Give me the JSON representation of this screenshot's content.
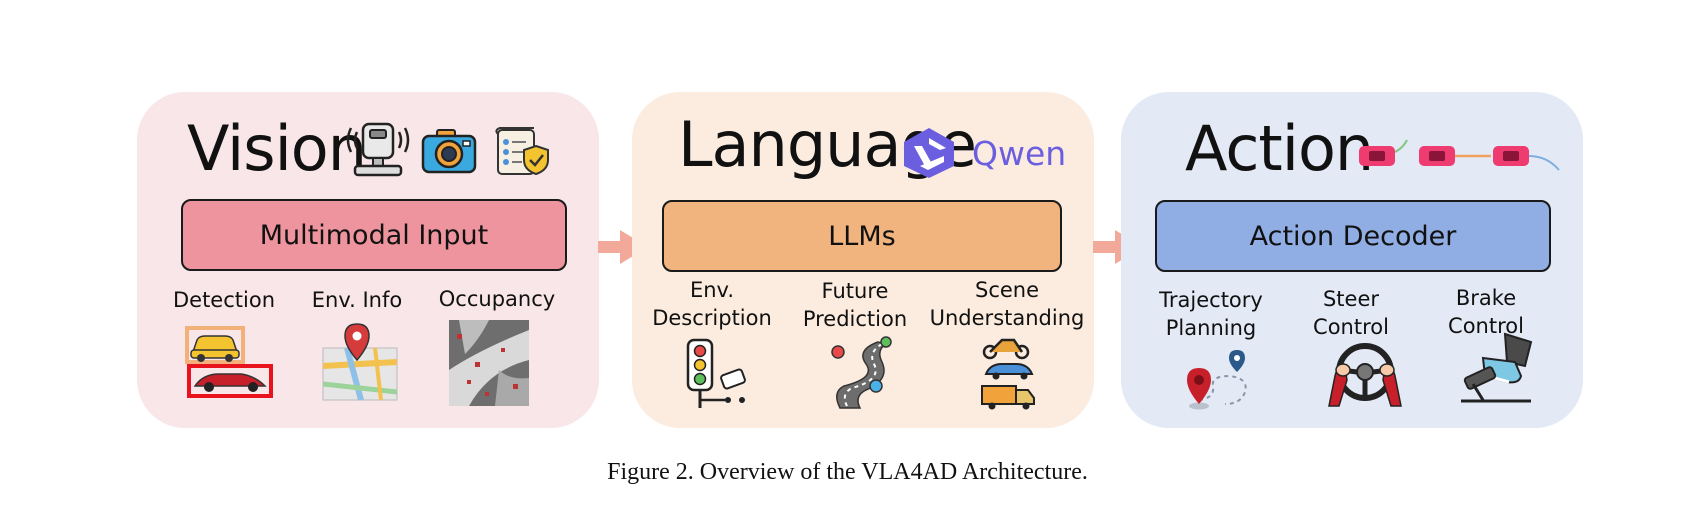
{
  "vision": {
    "title": "Vision",
    "box": "Multimodal Input",
    "items": [
      "Detection",
      "Env. Info",
      "Occupancy"
    ]
  },
  "language": {
    "title": "Language",
    "brand": "Qwen",
    "box": "LLMs",
    "items": [
      {
        "line1": "Env.",
        "line2": "Description"
      },
      {
        "line1": "Future",
        "line2": "Prediction"
      },
      {
        "line1": "Scene",
        "line2": "Understanding"
      }
    ]
  },
  "action": {
    "title": "Action",
    "box": "Action Decoder",
    "items": [
      {
        "line1": "Trajectory",
        "line2": "Planning"
      },
      {
        "line1": "Steer",
        "line2": "Control"
      },
      {
        "line1": "Brake",
        "line2": "Control"
      }
    ]
  },
  "caption": "Figure 2. Overview of the VLA4AD Architecture.",
  "colors": {
    "vision_panel": "#f8e6e8",
    "language_panel": "#fbecdf",
    "action_panel": "#e4e9f6",
    "vision_box": "#ee949e",
    "language_box": "#f2b47f",
    "action_box": "#90aee3",
    "arrow": "#f2a99a"
  },
  "icons": [
    "lidar-sensor-icon",
    "camera-icon",
    "checklist-shield-icon",
    "qwen-logo-icon",
    "trajectory-cars-icon",
    "detection-cars-icon",
    "map-pin-icon",
    "occupancy-grid-icon",
    "traffic-light-icon",
    "winding-road-icon",
    "vehicles-icon",
    "route-pins-icon",
    "steering-wheel-icon",
    "brake-pedal-icon"
  ]
}
